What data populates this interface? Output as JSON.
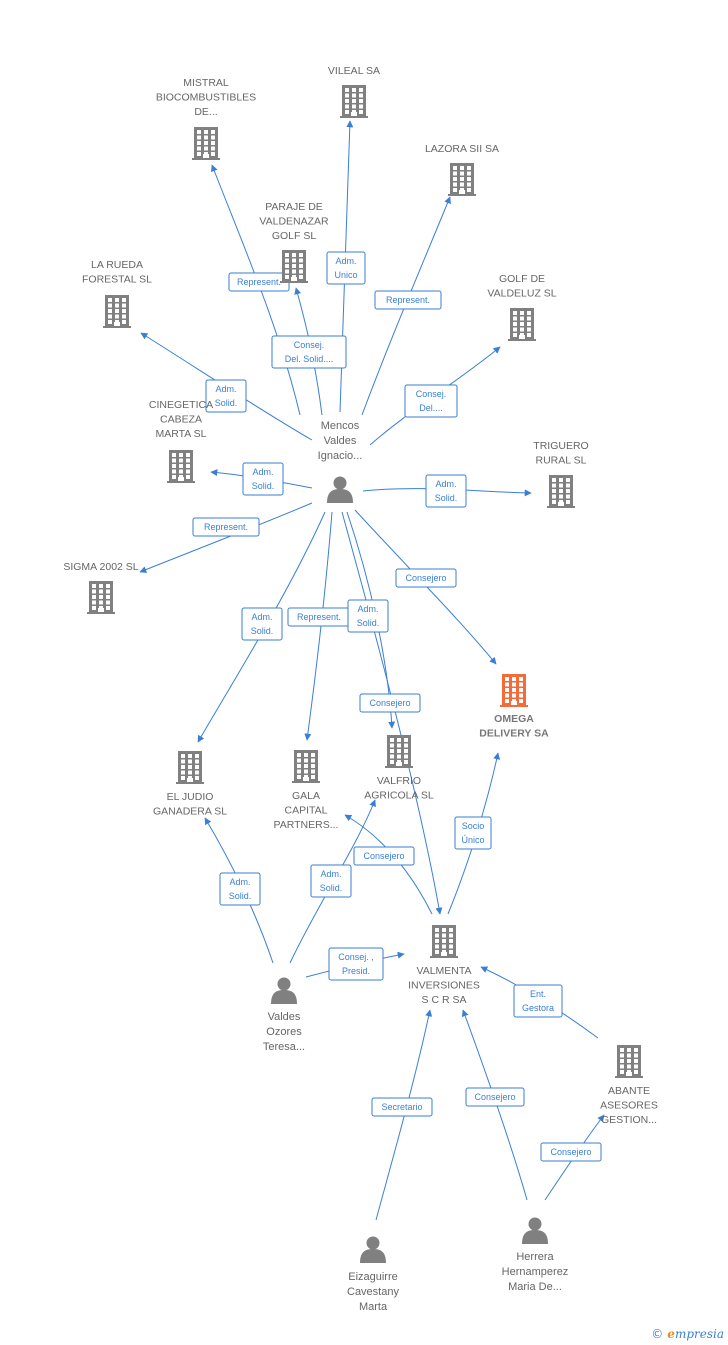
{
  "colors": {
    "edge": "#3a7fd5",
    "building": "#808080",
    "focus": "#f26b3a",
    "person": "#808080"
  },
  "nodes": [
    {
      "id": "vileal",
      "type": "company",
      "lines": [
        "VILEAL SA"
      ]
    },
    {
      "id": "mistral",
      "type": "company",
      "lines": [
        "MISTRAL",
        "BIOCOMBUSTIBLES",
        "DE..."
      ]
    },
    {
      "id": "lazora",
      "type": "company",
      "lines": [
        "LAZORA SII SA"
      ]
    },
    {
      "id": "paraje",
      "type": "company",
      "lines": [
        "PARAJE DE",
        "VALDENAZAR",
        "GOLF SL"
      ]
    },
    {
      "id": "larueda",
      "type": "company",
      "lines": [
        "LA RUEDA",
        "FORESTAL SL"
      ]
    },
    {
      "id": "golfvaldeluz",
      "type": "company",
      "lines": [
        "GOLF DE",
        "VALDELUZ SL"
      ]
    },
    {
      "id": "cinegetica",
      "type": "company",
      "lines": [
        "CINEGETICA",
        "CABEZA",
        "MARTA SL"
      ]
    },
    {
      "id": "triguero",
      "type": "company",
      "lines": [
        "TRIGUERO",
        "RURAL SL"
      ]
    },
    {
      "id": "sigma",
      "type": "company",
      "lines": [
        "SIGMA 2002 SL"
      ]
    },
    {
      "id": "omega",
      "type": "focus",
      "lines": [
        "OMEGA",
        "DELIVERY SA"
      ]
    },
    {
      "id": "eljudio",
      "type": "company",
      "lines": [
        "EL JUDIO",
        "GANADERA SL"
      ]
    },
    {
      "id": "gala",
      "type": "company",
      "lines": [
        "GALA",
        "CAPITAL",
        "PARTNERS..."
      ]
    },
    {
      "id": "valfrio",
      "type": "company",
      "lines": [
        "VALFRIO",
        "AGRICOLA SL"
      ]
    },
    {
      "id": "valmenta",
      "type": "company",
      "lines": [
        "VALMENTA",
        "INVERSIONES",
        "S C R SA"
      ]
    },
    {
      "id": "abante",
      "type": "company",
      "lines": [
        "ABANTE",
        "ASESORES",
        "GESTION..."
      ]
    },
    {
      "id": "mencos",
      "type": "person",
      "lines": [
        "Mencos",
        "Valdes",
        "Ignacio..."
      ]
    },
    {
      "id": "valdes",
      "type": "person",
      "lines": [
        "Valdes",
        "Ozores",
        "Teresa..."
      ]
    },
    {
      "id": "eizaguirre",
      "type": "person",
      "lines": [
        "Eizaguirre",
        "Cavestany",
        "Marta"
      ]
    },
    {
      "id": "herrera",
      "type": "person",
      "lines": [
        "Herrera",
        "Hernamperez",
        "Maria De..."
      ]
    }
  ],
  "edges": [
    {
      "id": "mencos-vileal",
      "lines": [
        "Adm.",
        "Unico"
      ]
    },
    {
      "id": "mencos-mistral",
      "lines": [
        "Represent."
      ]
    },
    {
      "id": "mencos-paraje",
      "lines": [
        "Consej.",
        "Del. Solid...."
      ]
    },
    {
      "id": "mencos-lazora",
      "lines": [
        "Represent."
      ]
    },
    {
      "id": "mencos-larueda",
      "lines": [
        "Adm.",
        "Solid."
      ]
    },
    {
      "id": "mencos-golfvaldeluz",
      "lines": [
        "Consej.",
        "Del...."
      ]
    },
    {
      "id": "mencos-cinegetica",
      "lines": [
        "Adm.",
        "Solid."
      ]
    },
    {
      "id": "mencos-triguero",
      "lines": [
        "Adm.",
        "Solid."
      ]
    },
    {
      "id": "mencos-sigma",
      "lines": [
        "Represent."
      ]
    },
    {
      "id": "mencos-omega",
      "lines": [
        "Consejero"
      ]
    },
    {
      "id": "mencos-eljudio",
      "lines": [
        "Adm.",
        "Solid."
      ]
    },
    {
      "id": "mencos-gala",
      "lines": [
        "Represent."
      ]
    },
    {
      "id": "mencos-valmenta",
      "lines": [
        "Adm.",
        "Solid."
      ]
    },
    {
      "id": "mencos-valfrio",
      "lines": [
        "Consejero"
      ]
    },
    {
      "id": "valmenta-omega",
      "lines": [
        "Socio",
        "Único"
      ]
    },
    {
      "id": "valdes-eljudio",
      "lines": [
        "Adm.",
        "Solid."
      ]
    },
    {
      "id": "valdes-valfrio",
      "lines": [
        "Adm.",
        "Solid."
      ]
    },
    {
      "id": "valmenta-gala",
      "lines": [
        "Consejero"
      ]
    },
    {
      "id": "valdes-valmenta",
      "lines": [
        "Consej. ,",
        "Presid."
      ]
    },
    {
      "id": "abante-valmenta",
      "lines": [
        "Ent.",
        "Gestora"
      ]
    },
    {
      "id": "eizaguirre-valmenta",
      "lines": [
        "Secretario"
      ]
    },
    {
      "id": "herrera-valmenta",
      "lines": [
        "Consejero"
      ]
    },
    {
      "id": "herrera-abante",
      "lines": [
        "Consejero"
      ]
    }
  ],
  "brand": {
    "copyright": "©",
    "first": "e",
    "rest": "mpresia"
  }
}
